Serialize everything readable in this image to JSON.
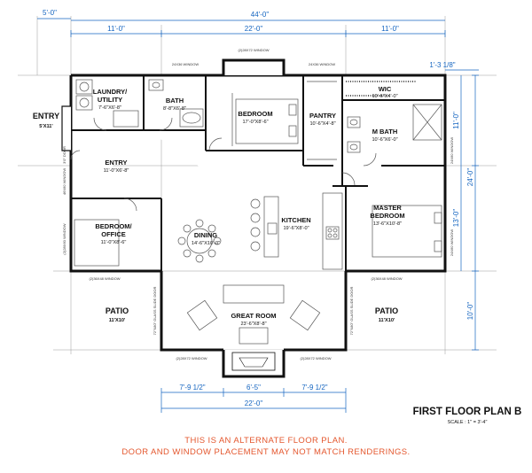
{
  "rooms": {
    "entry_left": {
      "name": "ENTRY",
      "size": "5'X11'"
    },
    "laundry": {
      "name_1": "LAUNDRY/",
      "name_2": "UTILITY",
      "size": "7'-6\"X6'-8\""
    },
    "bath": {
      "name": "BATH",
      "size": "8'-8\"X6'-8\""
    },
    "bedroom": {
      "name": "BEDROOM",
      "size": "17'-0\"X8'-6\""
    },
    "pantry": {
      "name": "PANTRY",
      "size": "10'-6\"X4'-8\""
    },
    "wic": {
      "name": "WIC",
      "size": "10'-6\"X4'-0\""
    },
    "mbath": {
      "name": "M BATH",
      "size": "10'-6\"X6'-0\""
    },
    "entry_hall": {
      "name": "ENTRY",
      "size": "11'-0\"X6'-8\""
    },
    "bedroom_office": {
      "name_1": "BEDROOM/",
      "name_2": "OFFICE",
      "size": "11'-0\"X8'-6\""
    },
    "dining": {
      "name": "DINING",
      "size": "14'-6\"X10'-0\""
    },
    "kitchen": {
      "name": "KITCHEN",
      "size": "19'-6\"X8'-0\""
    },
    "master": {
      "name_1": "MASTER",
      "name_2": "BEDROOM",
      "size": "13'-6\"X10'-8\""
    },
    "patio_left": {
      "name": "PATIO",
      "size": "11'X10'"
    },
    "great_room": {
      "name": "GREAT ROOM",
      "size": "23'-6\"X8'-8\""
    },
    "patio_right": {
      "name": "PATIO",
      "size": "11'X10'"
    }
  },
  "windows": {
    "w_top_mid": "(2)28X72 WINDOW",
    "w_24x36_a": "24X36 WINDOW",
    "w_24x36_b": "24X36 WINDOW",
    "w_left_a": "46X60 WINDOW",
    "w_left_b": "(2)28X60 WINDOW",
    "w_left_c": "(2)36X48 WINDOW",
    "w_right_a": "24X60 WINDOW",
    "w_right_b": "24X60 WINDOW",
    "w_right_c": "(2)36X48 WINDOW",
    "w_bot_a": "(2)28X72 WINDOW",
    "w_bot_b": "(2)28X72 WINDOW",
    "door_top": "3'0\" DOOR",
    "door_left": "72\"X80\" GLASS SLIDE DOOR",
    "door_right": "72\"X80\" GLASS SLIDE DOOR"
  },
  "dimensions": {
    "top_left": "5'-0\"",
    "top_total": "44'-0\"",
    "top_a": "11'-0\"",
    "top_b": "22'-0\"",
    "top_c": "11'-0\"",
    "top_small": "1'-3 1/8\"",
    "right_a": "11'-0\"",
    "right_total": "24'-0\"",
    "right_b": "13'-0\"",
    "right_c": "10'-0\"",
    "bottom_a": "7'-9 1/2\"",
    "bottom_b": "6'-5\"",
    "bottom_c": "7'-9 1/2\"",
    "bottom_total": "22'-0\""
  },
  "title": "FIRST FLOOR PLAN B",
  "scale": "SCALE : 1\" = 3'-4\"",
  "notes": {
    "line1": "THIS IS AN ALTERNATE FLOOR PLAN.",
    "line2": "DOOR AND WINDOW PLACEMENT MAY NOT MATCH RENDERINGS."
  },
  "colors": {
    "dimension": "#1565c0",
    "note": "#e4572e",
    "wall": "#111111"
  }
}
